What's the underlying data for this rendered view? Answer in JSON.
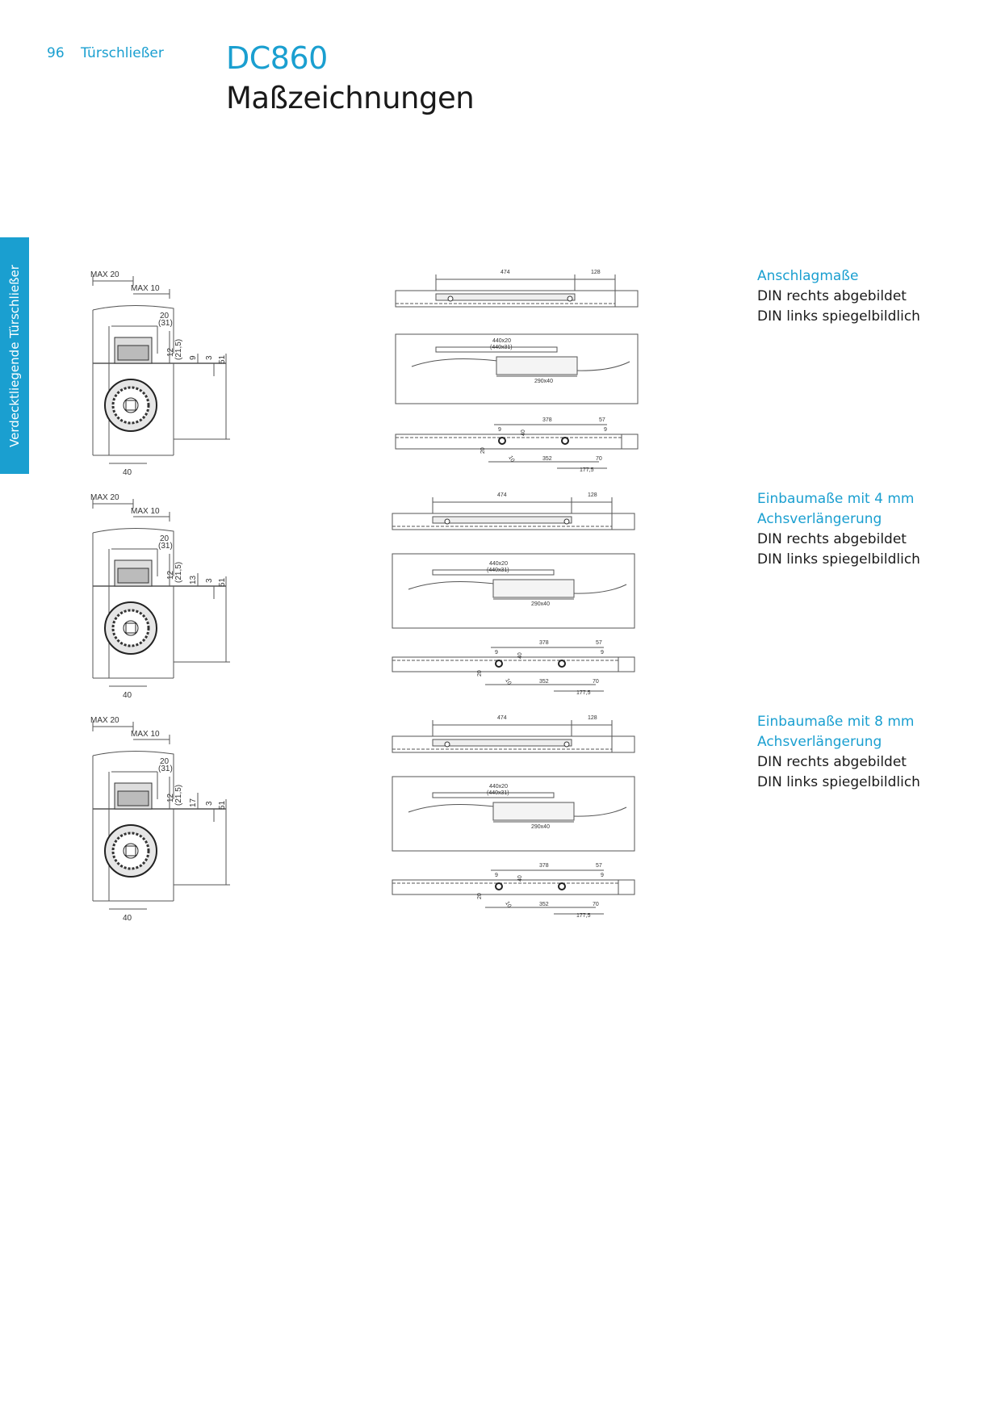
{
  "header": {
    "page_number": "96",
    "section": "Türschließer",
    "product": "DC860",
    "title": "Maßzeichnungen"
  },
  "side_tab": "Verdecktliegende Türschließer",
  "colors": {
    "accent": "#1a9fd0",
    "text": "#1a1a1a",
    "line": "#555555"
  },
  "sections": [
    {
      "heading": [
        "Anschlagmaße"
      ],
      "lines": [
        "DIN rechts abgebildet",
        "DIN links spiegelbildlich"
      ],
      "section_dims": {
        "max_outer": "MAX 20",
        "max_inner": "MAX 10",
        "w20": "20",
        "w31": "(31)",
        "h12": "12",
        "h21": "(21,5)",
        "depth": "9",
        "gap": "3",
        "total": "51",
        "width": "40"
      }
    },
    {
      "heading": [
        "Einbaumaße mit 4 mm",
        "Achsverlängerung"
      ],
      "lines": [
        "DIN rechts abgebildet",
        "DIN links spiegelbildlich"
      ],
      "section_dims": {
        "max_outer": "MAX 20",
        "max_inner": "MAX 10",
        "w20": "20",
        "w31": "(31)",
        "h12": "12",
        "h21": "(21,5)",
        "depth": "13",
        "gap": "3",
        "total": "51",
        "width": "40"
      }
    },
    {
      "heading": [
        "Einbaumaße mit 8 mm",
        "Achsverlängerung"
      ],
      "lines": [
        "DIN rechts abgebildet",
        "DIN links spiegelbildlich"
      ],
      "section_dims": {
        "max_outer": "MAX 20",
        "max_inner": "MAX 10",
        "w20": "20",
        "w31": "(31)",
        "h12": "12",
        "h21": "(21,5)",
        "depth": "17",
        "gap": "3",
        "total": "51",
        "width": "40"
      }
    }
  ],
  "plan_dims": {
    "top_len": "474",
    "top_right": "128",
    "channel": "440x20",
    "channel_alt": "(440x31)",
    "body": "290x40",
    "d378": "378",
    "d57": "57",
    "d9": "9",
    "d40": "40",
    "d20": "20",
    "d352": "352",
    "d70": "70",
    "d1775": "177,5",
    "d9b": "9",
    "d10": "10"
  }
}
